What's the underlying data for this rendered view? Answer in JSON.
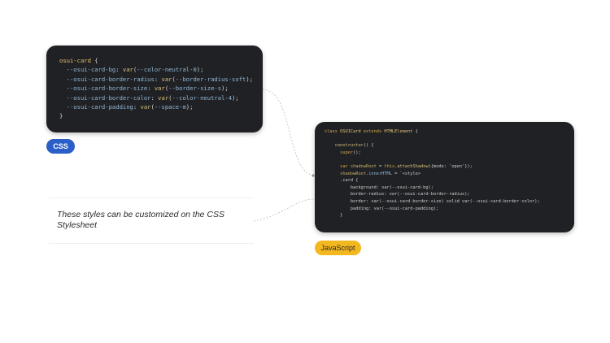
{
  "css_card": {
    "lines": [
      [
        {
          "t": "osui-card",
          "c": "sel"
        },
        {
          "t": " {",
          "c": "pun"
        }
      ],
      [
        {
          "t": "  --osui-card-bg",
          "c": "prop"
        },
        {
          "t": ": ",
          "c": "pun"
        },
        {
          "t": "var",
          "c": "fn"
        },
        {
          "t": "(",
          "c": "pun"
        },
        {
          "t": "--color-neutral-0",
          "c": "prop"
        },
        {
          "t": ");",
          "c": "pun"
        }
      ],
      [
        {
          "t": "  --osui-card-border-radius",
          "c": "prop"
        },
        {
          "t": ": ",
          "c": "pun"
        },
        {
          "t": "var",
          "c": "fn"
        },
        {
          "t": "(",
          "c": "pun"
        },
        {
          "t": "--border-radius-soft",
          "c": "prop"
        },
        {
          "t": ");",
          "c": "pun"
        }
      ],
      [
        {
          "t": "  --osui-card-border-size",
          "c": "prop"
        },
        {
          "t": ": ",
          "c": "pun"
        },
        {
          "t": "var",
          "c": "fn"
        },
        {
          "t": "(",
          "c": "pun"
        },
        {
          "t": "--border-size-s",
          "c": "prop"
        },
        {
          "t": ");",
          "c": "pun"
        }
      ],
      [
        {
          "t": "  --osui-card-border-color",
          "c": "prop"
        },
        {
          "t": ": ",
          "c": "pun"
        },
        {
          "t": "var",
          "c": "fn"
        },
        {
          "t": "(",
          "c": "pun"
        },
        {
          "t": "--color-neutral-4",
          "c": "prop"
        },
        {
          "t": ");",
          "c": "pun"
        }
      ],
      [
        {
          "t": "  --osui-card-padding",
          "c": "prop"
        },
        {
          "t": ": ",
          "c": "pun"
        },
        {
          "t": "var",
          "c": "fn"
        },
        {
          "t": "(",
          "c": "pun"
        },
        {
          "t": "--space-m",
          "c": "prop"
        },
        {
          "t": ");",
          "c": "pun"
        }
      ],
      [
        {
          "t": "}",
          "c": "pun"
        }
      ]
    ]
  },
  "js_card": {
    "lines": [
      [
        {
          "t": "class ",
          "c": "key"
        },
        {
          "t": "OSUICard",
          "c": "cls"
        },
        {
          "t": " extends ",
          "c": "key"
        },
        {
          "t": "HTMLElement",
          "c": "cls"
        },
        {
          "t": " {",
          "c": "pun"
        }
      ],
      [
        {
          "t": "",
          "c": "pun"
        }
      ],
      [
        {
          "t": "    ",
          "c": "pun"
        },
        {
          "t": "constructor",
          "c": "fn"
        },
        {
          "t": "() {",
          "c": "pun"
        }
      ],
      [
        {
          "t": "      ",
          "c": "pun"
        },
        {
          "t": "super",
          "c": "key"
        },
        {
          "t": "();",
          "c": "pun"
        }
      ],
      [
        {
          "t": "",
          "c": "pun"
        }
      ],
      [
        {
          "t": "      ",
          "c": "pun"
        },
        {
          "t": "var",
          "c": "key"
        },
        {
          "t": " shadowRoot",
          "c": "var"
        },
        {
          "t": " = ",
          "c": "pun"
        },
        {
          "t": "this",
          "c": "key"
        },
        {
          "t": ".",
          "c": "pun"
        },
        {
          "t": "attachShadow",
          "c": "fn"
        },
        {
          "t": "({mode: 'open'});",
          "c": "str"
        }
      ],
      [
        {
          "t": "      ",
          "c": "pun"
        },
        {
          "t": "shadowRoot",
          "c": "var"
        },
        {
          "t": ".",
          "c": "pun"
        },
        {
          "t": "innerHTML",
          "c": "prop"
        },
        {
          "t": " = `<style>",
          "c": "str"
        }
      ],
      [
        {
          "t": "      .card {",
          "c": "str"
        }
      ],
      [
        {
          "t": "          background: var(--osui-card-bg);",
          "c": "str"
        }
      ],
      [
        {
          "t": "          border-radius: var(--osui-card-border-radius);",
          "c": "str"
        }
      ],
      [
        {
          "t": "          border: var(--osui-card-border-size) solid var(--osui-card-border-color);",
          "c": "str"
        }
      ],
      [
        {
          "t": "          padding: var(--osui-card-padding);",
          "c": "str"
        }
      ],
      [
        {
          "t": "      }",
          "c": "str"
        }
      ]
    ]
  },
  "badges": {
    "css": "CSS",
    "js": "JavaScript"
  },
  "note": {
    "text": "These styles can be customized on the CSS Stylesheet"
  },
  "colors": {
    "code_bg": "#202124",
    "css_badge": "#2b5fc7",
    "js_badge": "#f4b81f",
    "connector": "#bdbdbd"
  }
}
